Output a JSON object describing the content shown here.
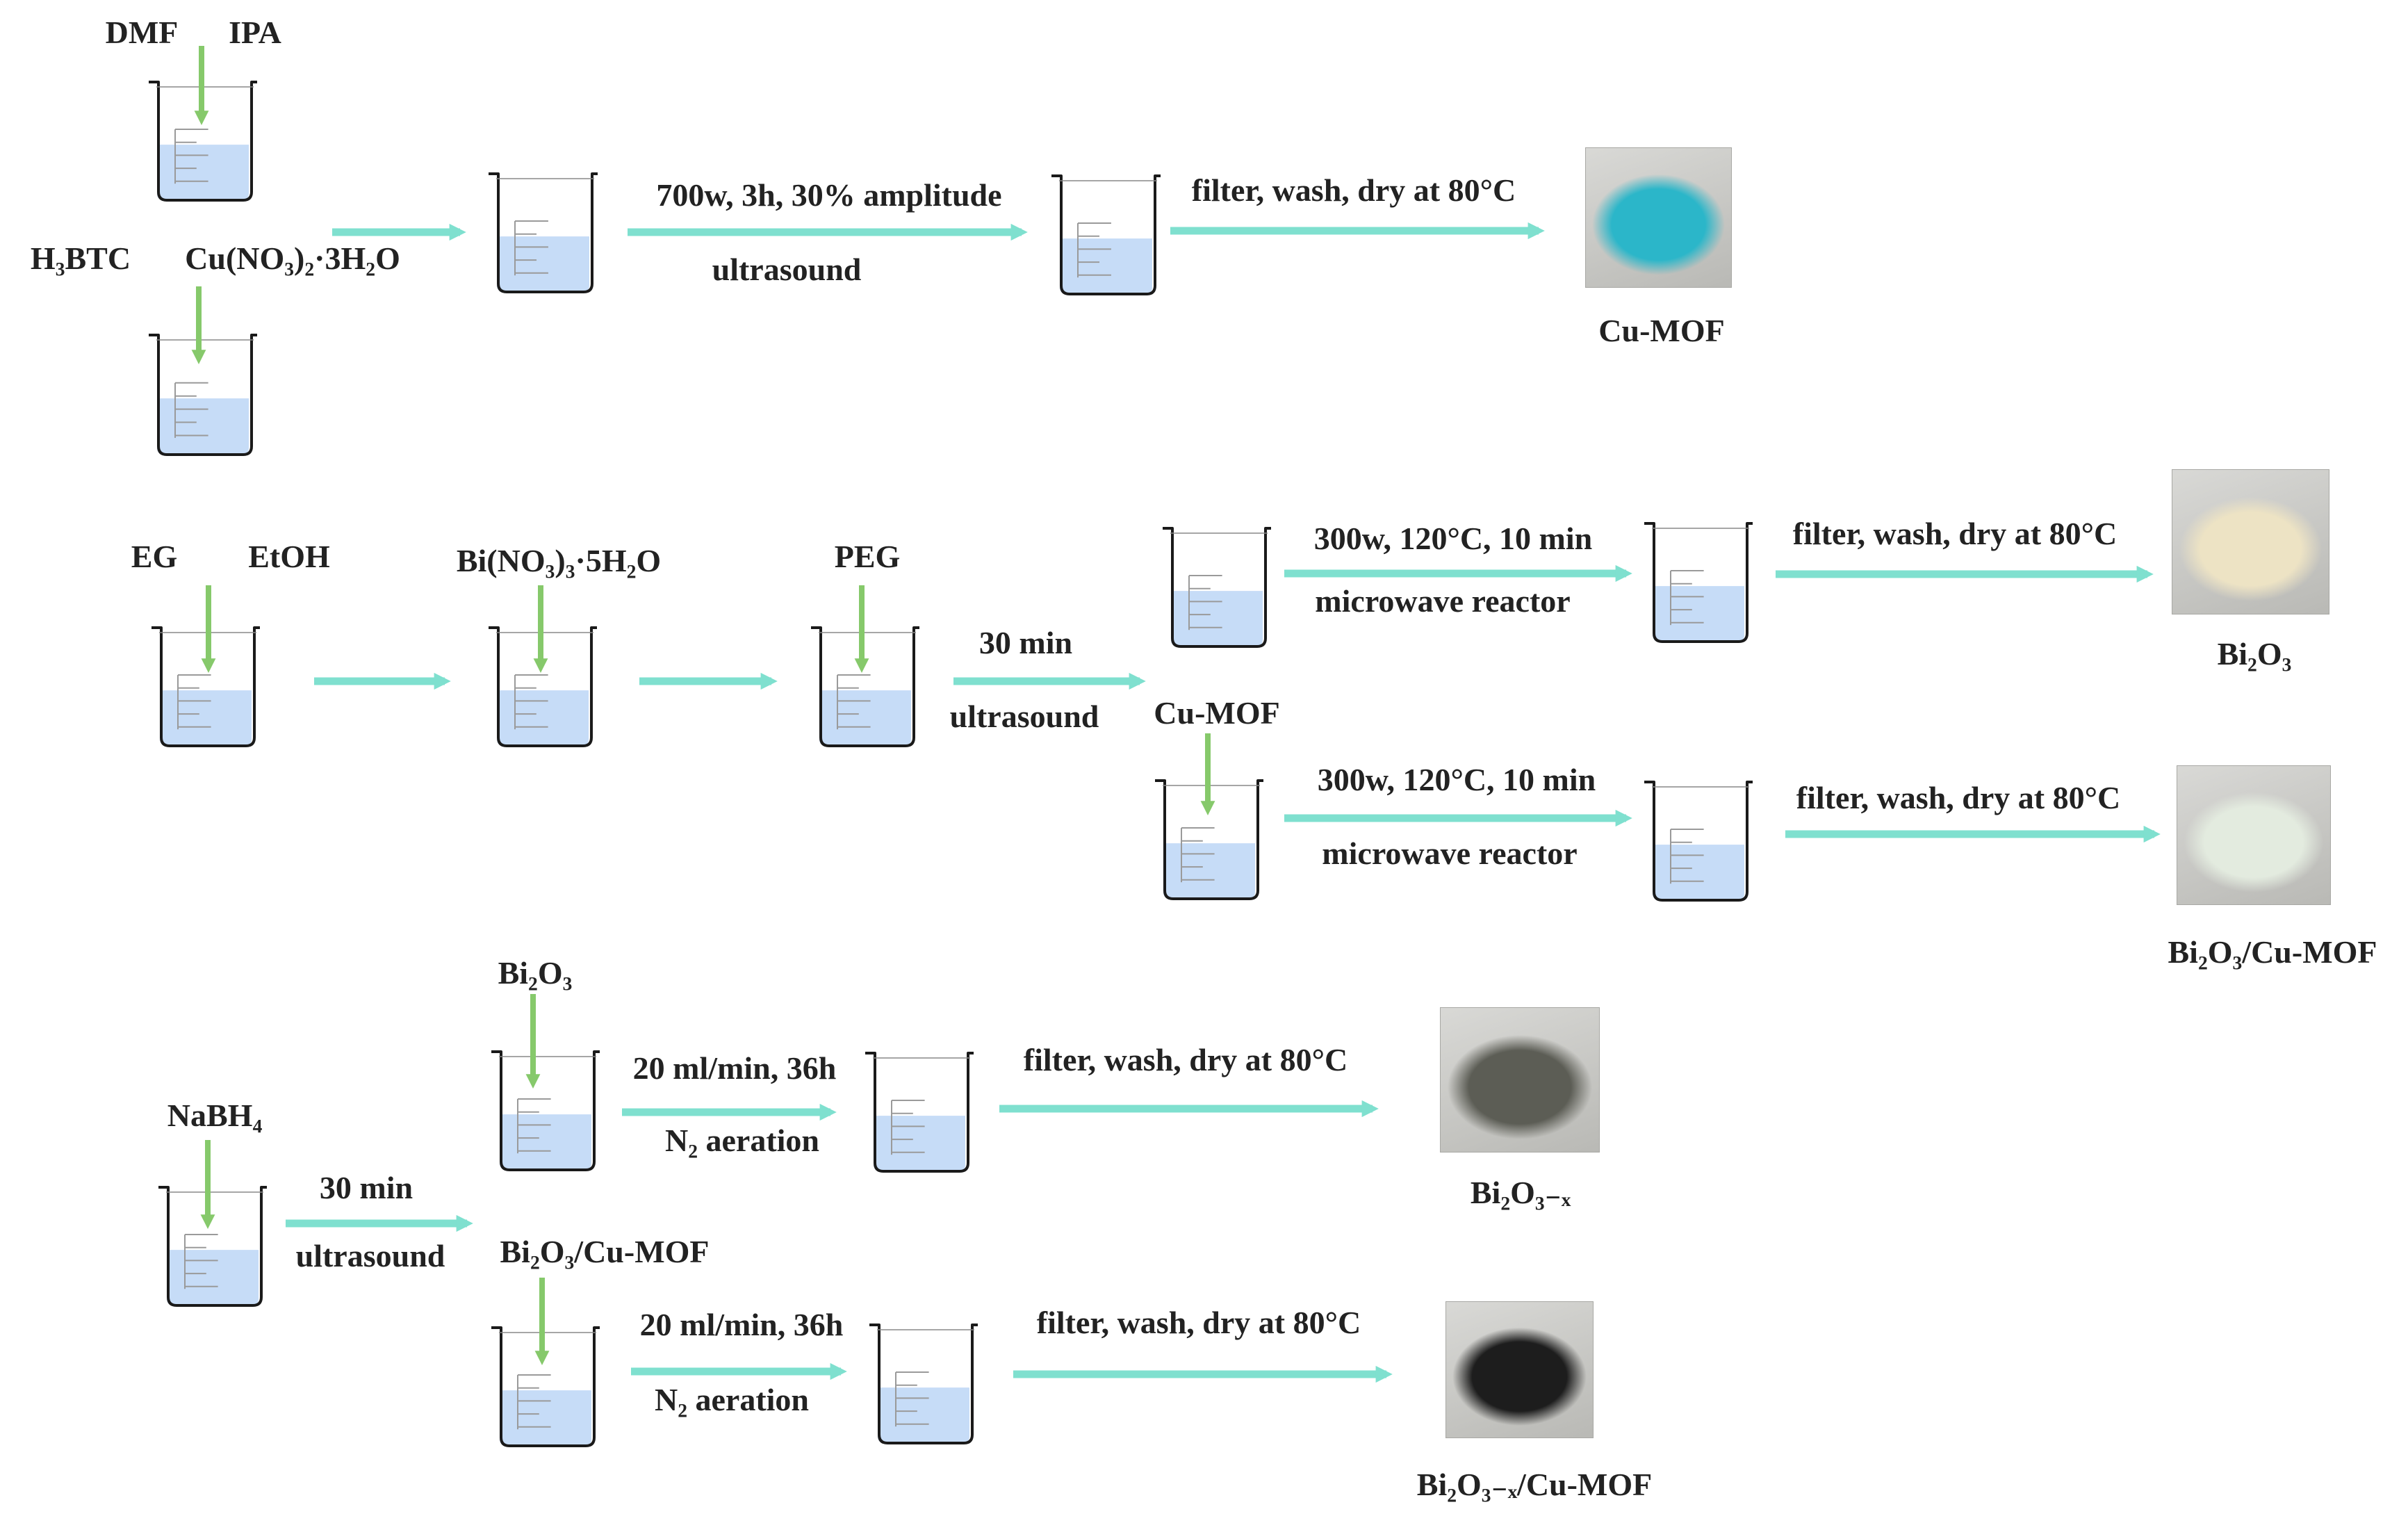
{
  "colors": {
    "arrow": "#7fe0cf",
    "drop_arrow": "#86c96b",
    "liquid": "#c6dcf7",
    "beaker_outline": "#1a1a1a",
    "cu_mof_powder": "#2bb6c9",
    "bi2o3_powder": "#ede3c4",
    "bi2o3_cumof_powder": "#e3ebdf",
    "bi2o3x_powder": "#5c5d55",
    "bi2o3x_cumof_powder": "#1d1d1d"
  },
  "labels": {
    "dmf": "DMF",
    "ipa": "IPA",
    "h3btc": "H₃BTC",
    "cu_nitrate": "Cu(NO₃)₂·3H₂O",
    "row1_condition": "700w, 3h, 30% amplitude",
    "row1_method": "ultrasound",
    "row1_filter": "filter, wash, dry at 80°C",
    "cu_mof_product": "Cu-MOF",
    "eg": "EG",
    "etoh": "EtOH",
    "bi_nitrate": "Bi(NO₃)₃·5H₂O",
    "peg": "PEG",
    "row2_time": "30 min",
    "row2_method": "ultrasound",
    "row2a_condition": "300w, 120°C, 10 min",
    "row2a_method": "microwave reactor",
    "row2a_filter": "filter, wash, dry at 80°C",
    "bi2o3_product": "Bi₂O₃",
    "cu_mof_added": "Cu-MOF",
    "row2b_condition": "300w, 120°C, 10 min",
    "row2b_method": "microwave reactor",
    "row2b_filter": "filter, wash, dry at 80°C",
    "bi2o3_cumof_product": "Bi₂O₃/Cu-MOF",
    "bi2o3_input": "Bi₂O₃",
    "nabh4": "NaBH₄",
    "row3_time": "30 min",
    "row3_method": "ultrasound",
    "row3a_condition": "20 ml/min, 36h",
    "row3a_method": "N₂ aeration",
    "row3a_filter": "filter, wash, dry at 80°C",
    "bi2o3x_product": "Bi₂O₃₋ₓ",
    "bi2o3_cumof_input": "Bi₂O₃/Cu-MOF",
    "row3b_condition": "20 ml/min, 36h",
    "row3b_method": "N₂ aeration",
    "row3b_filter": "filter, wash, dry at 80°C",
    "bi2o3x_cumof_product": "Bi₂O₃₋ₓ/Cu-MOF"
  }
}
